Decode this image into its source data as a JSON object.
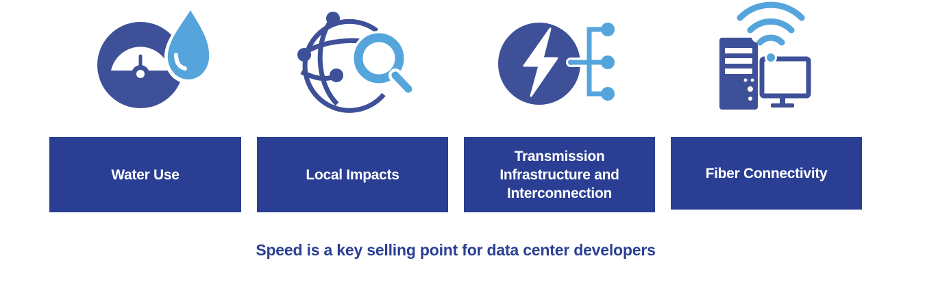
{
  "colors": {
    "dark_blue": "#3e5098",
    "box_blue": "#2a3f94",
    "light_blue": "#55a4db",
    "text_white": "#ffffff"
  },
  "items": [
    {
      "icon": "gauge-water-drop-icon",
      "label_lines": [
        "Water Use"
      ]
    },
    {
      "icon": "globe-magnifier-icon",
      "label_lines": [
        "Local Impacts"
      ]
    },
    {
      "icon": "lightning-network-icon",
      "label_lines": [
        "Transmission",
        "Infrastructure and",
        "Interconnection"
      ]
    },
    {
      "icon": "computer-wifi-icon",
      "label_lines": [
        "Fiber Connectivity"
      ]
    }
  ],
  "caption": "Speed is a key selling point for data center developers"
}
